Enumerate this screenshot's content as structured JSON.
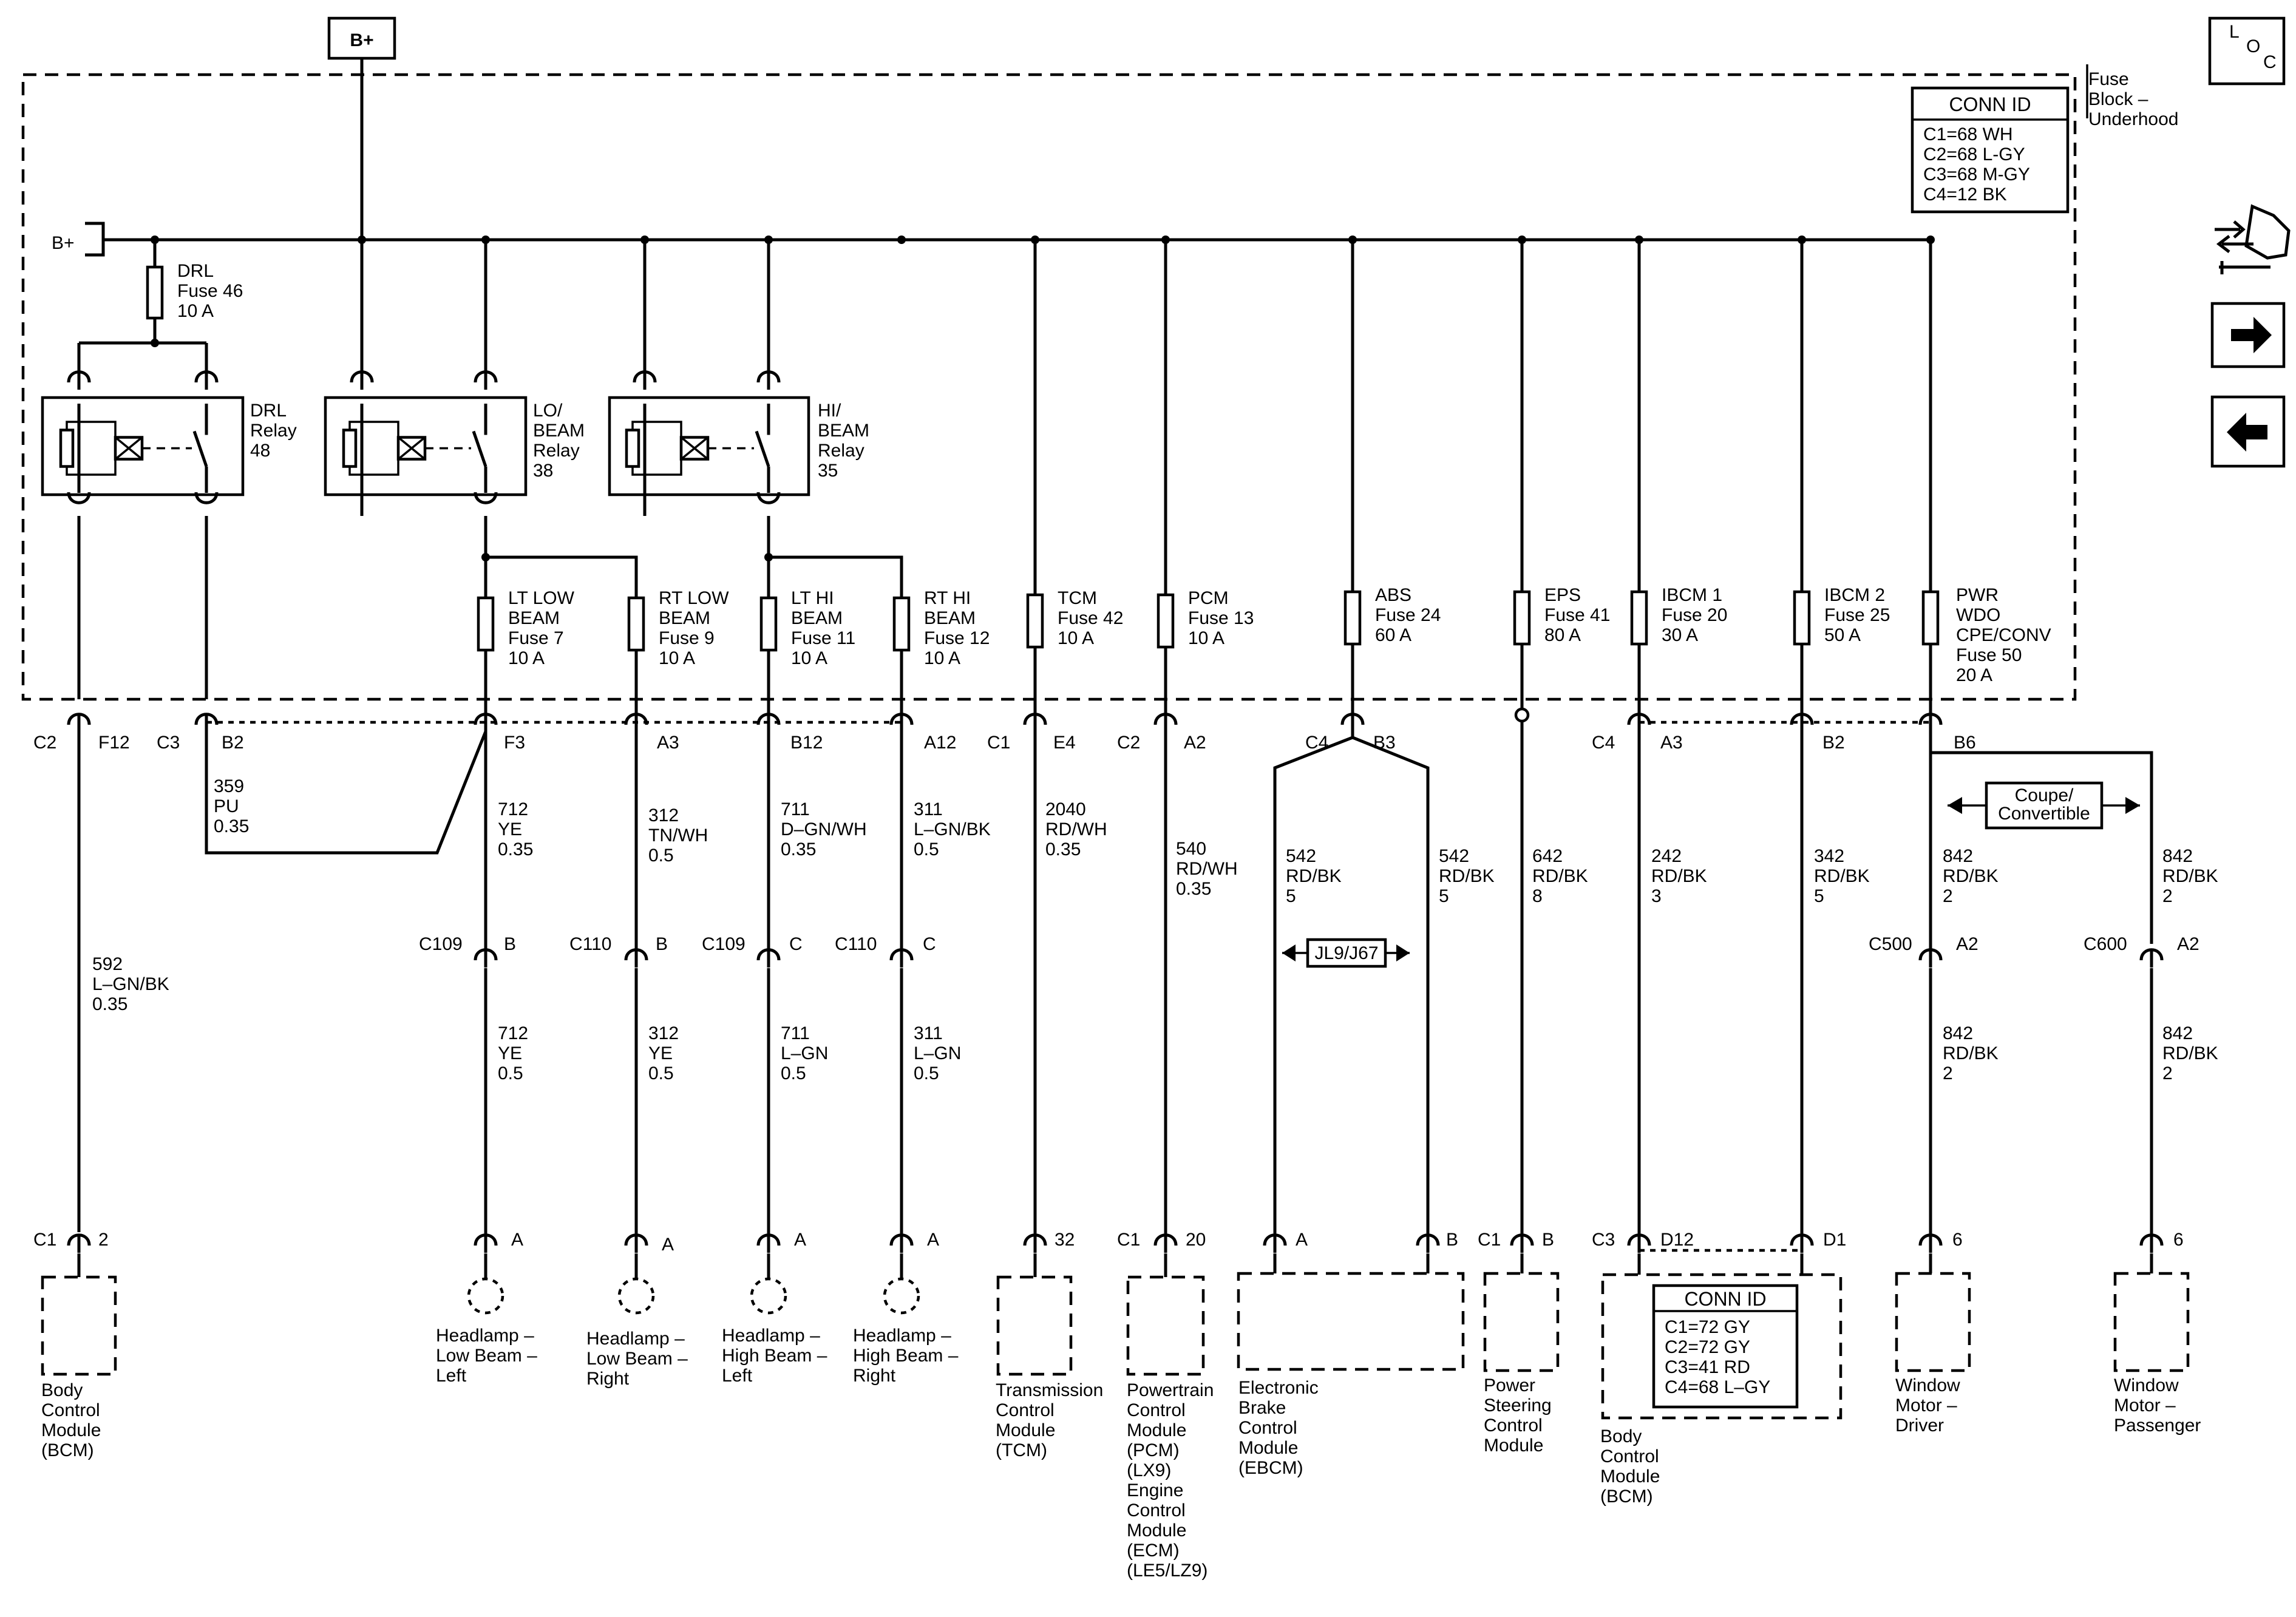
{
  "power": {
    "b_plus_top": "B+",
    "b_plus_left": "B+"
  },
  "fuse_block": {
    "label": [
      "Fuse",
      "Block –",
      "Underhood"
    ],
    "conn_title": "CONN ID",
    "conn_rows": [
      "C1=68 WH",
      "C2=68 L-GY",
      "C3=68 M-GY",
      "C4=12 BK"
    ]
  },
  "loc_icon": {
    "letters": [
      "L",
      "O",
      "C"
    ]
  },
  "side_icons": [
    "repair-icon",
    "next-arrow-icon",
    "back-arrow-icon"
  ],
  "drl_fuse": [
    "DRL",
    "Fuse 46",
    "10 A"
  ],
  "relays": [
    {
      "label": [
        "DRL",
        "Relay",
        "48"
      ]
    },
    {
      "label": [
        "LO/",
        "BEAM",
        "Relay",
        "38"
      ]
    },
    {
      "label": [
        "HI/",
        "BEAM",
        "Relay",
        "35"
      ]
    }
  ],
  "fuses": [
    {
      "label": [
        "LT LOW",
        "BEAM",
        "Fuse 7",
        "10 A"
      ]
    },
    {
      "label": [
        "RT LOW",
        "BEAM",
        "Fuse 9",
        "10 A"
      ]
    },
    {
      "label": [
        "LT HI",
        "BEAM",
        "Fuse 11",
        "10 A"
      ]
    },
    {
      "label": [
        "RT HI",
        "BEAM",
        "Fuse 12",
        "10 A"
      ]
    },
    {
      "label": [
        "TCM",
        "Fuse 42",
        "10 A"
      ]
    },
    {
      "label": [
        "PCM",
        "Fuse 13",
        "10 A"
      ]
    },
    {
      "label": [
        "ABS",
        "Fuse 24",
        "60 A"
      ]
    },
    {
      "label": [
        "EPS",
        "Fuse 41",
        "80 A"
      ]
    },
    {
      "label": [
        "IBCM 1",
        "Fuse 20",
        "30 A"
      ]
    },
    {
      "label": [
        "IBCM 2",
        "Fuse 25",
        "50 A"
      ]
    },
    {
      "label": [
        "PWR",
        "WDO",
        "CPE/CONV",
        "Fuse 50",
        "20 A"
      ]
    }
  ],
  "pins_top": {
    "c2": "C2",
    "f12": "F12",
    "c3": "C3",
    "b2a": "B2",
    "f3": "F3",
    "a3a": "A3",
    "b12": "B12",
    "a12": "A12",
    "c1": "C1",
    "e4": "E4",
    "c2b": "C2",
    "a2": "A2",
    "c4": "C4",
    "b3": "B3",
    "c4b": "C4",
    "a3b": "A3",
    "b2b": "B2",
    "b6": "B6"
  },
  "wires": {
    "w359": [
      "359",
      "PU",
      "0.35"
    ],
    "w592": [
      "592",
      "L–GN/BK",
      "0.35"
    ],
    "w712a": [
      "712",
      "YE",
      "0.35"
    ],
    "w312a": [
      "312",
      "TN/WH",
      "0.5"
    ],
    "w711a": [
      "711",
      "D–GN/WH",
      "0.35"
    ],
    "w311a": [
      "311",
      "L–GN/BK",
      "0.5"
    ],
    "w2040": [
      "2040",
      "RD/WH",
      "0.35"
    ],
    "w540": [
      "540",
      "RD/WH",
      "0.35"
    ],
    "w542a": [
      "542",
      "RD/BK",
      "5"
    ],
    "w542b": [
      "542",
      "RD/BK",
      "5"
    ],
    "w642": [
      "642",
      "RD/BK",
      "8"
    ],
    "w242": [
      "242",
      "RD/BK",
      "3"
    ],
    "w342": [
      "342",
      "RD/BK",
      "5"
    ],
    "w842a": [
      "842",
      "RD/BK",
      "2"
    ],
    "w842b": [
      "842",
      "RD/BK",
      "2"
    ],
    "w712b": [
      "712",
      "YE",
      "0.5"
    ],
    "w312b": [
      "312",
      "YE",
      "0.5"
    ],
    "w711b": [
      "711",
      "L–GN",
      "0.5"
    ],
    "w311b": [
      "311",
      "L–GN",
      "0.5"
    ],
    "w842c": [
      "842",
      "RD/BK",
      "2"
    ],
    "w842d": [
      "842",
      "RD/BK",
      "2"
    ]
  },
  "inline_conns": {
    "c109a": "C109",
    "b_a": "B",
    "c110a": "C110",
    "b_b": "B",
    "c109b": "C109",
    "c_a": "C",
    "c110b": "C110",
    "c_b": "C",
    "c500": "C500",
    "a2a": "A2",
    "c600": "C600",
    "a2b": "A2"
  },
  "option_tags": {
    "jl9": "JL9/J67",
    "coupe": [
      "Coupe/",
      "Convertible"
    ]
  },
  "pins_bottom": {
    "bcm_c1": "C1",
    "bcm_2": "2",
    "hl1": "A",
    "hl2": "A",
    "hl3": "A",
    "hl4": "A",
    "tcm": "32",
    "pcm_c1": "C1",
    "pcm_20": "20",
    "ebcm_a": "A",
    "ebcm_b": "B",
    "psc_c1": "C1",
    "psc_b": "B",
    "bcm2_c3": "C3",
    "bcm2_d12": "D12",
    "bcm2_d1": "D1",
    "wm1": "6",
    "wm2": "6"
  },
  "components": {
    "bcm1": [
      "Body",
      "Control",
      "Module",
      "(BCM)"
    ],
    "hl_low_left": [
      "Headlamp –",
      "Low Beam –",
      "Left"
    ],
    "hl_low_right": [
      "Headlamp –",
      "Low Beam –",
      "Right"
    ],
    "hl_high_left": [
      "Headlamp –",
      "High Beam –",
      "Left"
    ],
    "hl_high_right": [
      "Headlamp –",
      "High Beam –",
      "Right"
    ],
    "tcm": [
      "Transmission",
      "Control",
      "Module",
      "(TCM)"
    ],
    "pcm": [
      "Powertrain",
      "Control",
      "Module",
      "(PCM)",
      "(LX9)",
      "Engine",
      "Control",
      "Module",
      "(ECM)",
      "(LE5/LZ9)"
    ],
    "ebcm": [
      "Electronic",
      "Brake",
      "Control",
      "Module",
      "(EBCM)"
    ],
    "psc": [
      "Power",
      "Steering",
      "Control",
      "Module"
    ],
    "bcm2": [
      "Body",
      "Control",
      "Module",
      "(BCM)"
    ],
    "wm_driver": [
      "Window",
      "Motor –",
      "Driver"
    ],
    "wm_pass": [
      "Window",
      "Motor –",
      "Passenger"
    ]
  },
  "bcm2_conn": {
    "title": "CONN ID",
    "rows": [
      "C1=72 GY",
      "C2=72 GY",
      "C3=41 RD",
      "C4=68 L–GY"
    ]
  }
}
